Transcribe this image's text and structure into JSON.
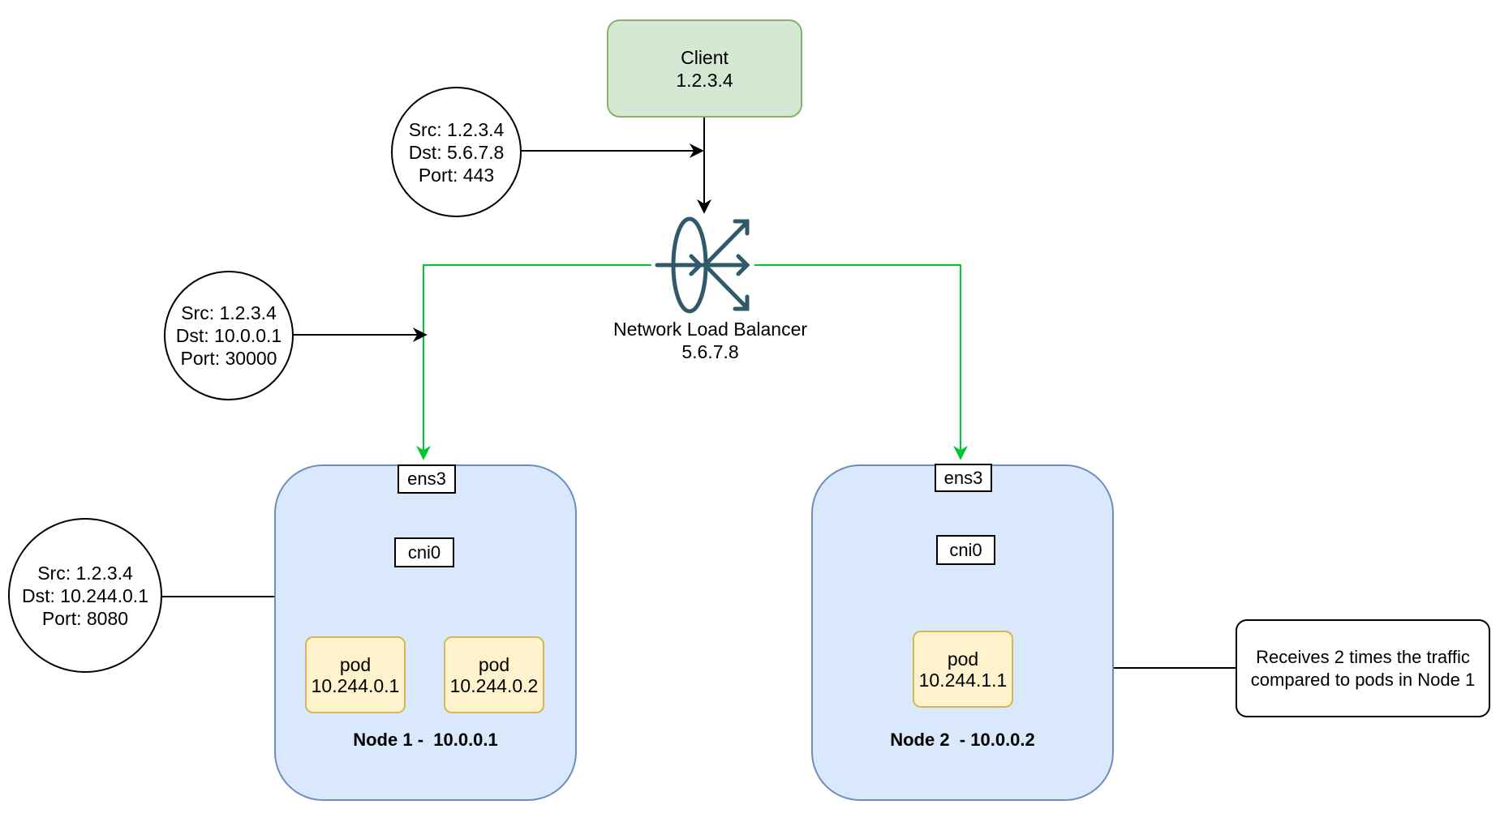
{
  "client": {
    "name": "Client",
    "ip": "1.2.3.4"
  },
  "load_balancer": {
    "name": "Network Load Balancer",
    "ip": "5.6.7.8",
    "icon": "network-load-balancer-icon"
  },
  "packets": [
    {
      "src": "Src: 1.2.3.4",
      "dst": "Dst: 5.6.7.8",
      "port": "Port: 443"
    },
    {
      "src": "Src: 1.2.3.4",
      "dst": "Dst: 10.0.0.1",
      "port": "Port: 30000"
    },
    {
      "src": "Src: 1.2.3.4",
      "dst": "Dst: 10.244.0.1",
      "port": "Port: 8080"
    }
  ],
  "nodes": [
    {
      "label": "Node 1 -  10.0.0.1",
      "iface": "ens3",
      "bridge": "cni0",
      "pods": [
        {
          "name": "pod",
          "ip": "10.244.0.1"
        },
        {
          "name": "pod",
          "ip": "10.244.0.2"
        }
      ]
    },
    {
      "label": "Node 2  - 10.0.0.2",
      "iface": "ens3",
      "bridge": "cni0",
      "pods": [
        {
          "name": "pod",
          "ip": "10.244.1.1"
        }
      ]
    }
  ],
  "note": {
    "line1": "Receives 2 times the traffic",
    "line2": "compared to pods in Node 1"
  },
  "colors": {
    "flow": "#00c72c",
    "arrow": "#000000",
    "lb_icon": "#2f5a6a"
  }
}
